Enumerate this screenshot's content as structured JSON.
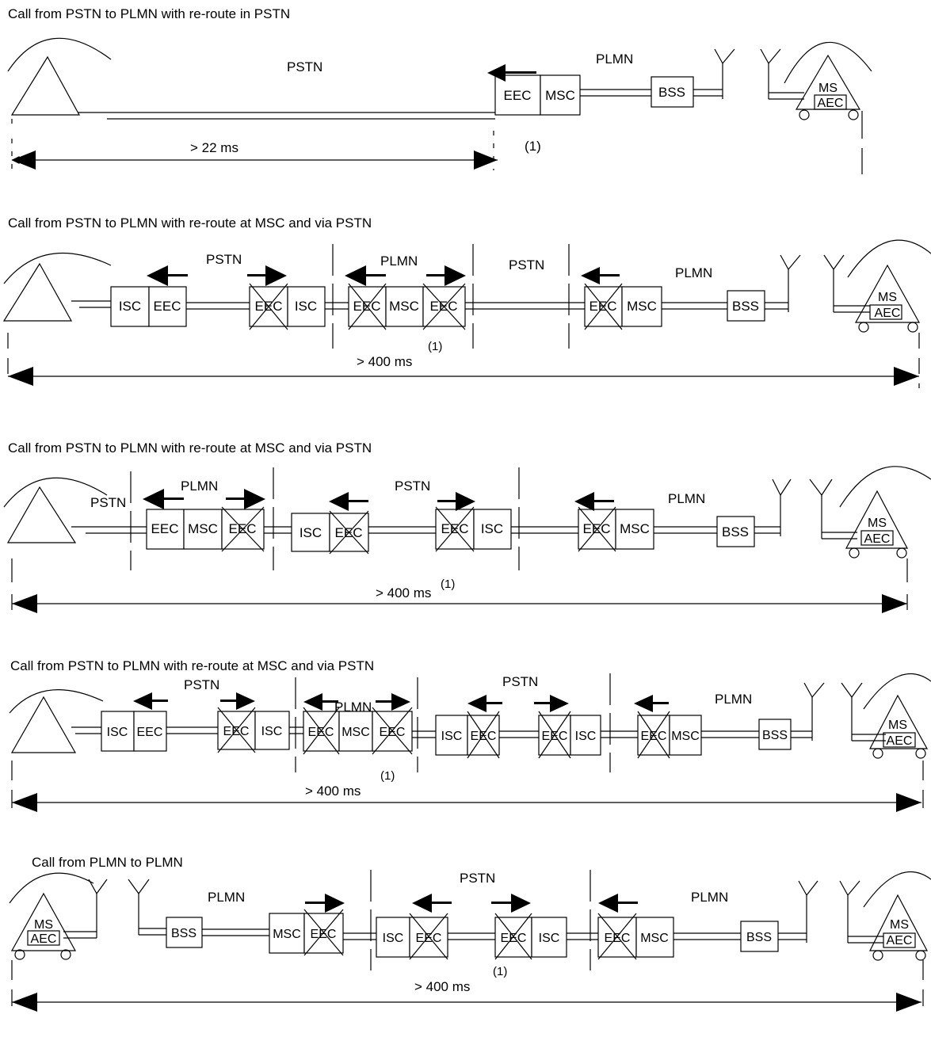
{
  "scenarios": [
    {
      "title": "Call from PSTN to PLMN with re-route in PSTN",
      "net_labels": [
        "PSTN",
        "PLMN"
      ],
      "boxes": [
        "EEC",
        "MSC",
        "BSS"
      ],
      "ms_label": "MS",
      "aec_label": "AEC",
      "delay": "> 22 ms",
      "note": "(1)"
    },
    {
      "title": "Call from PSTN to PLMN with re-route at MSC and via PSTN",
      "net_labels": [
        "PSTN",
        "PLMN",
        "PSTN",
        "PLMN"
      ],
      "boxes": [
        "ISC",
        "EEC",
        "EEC",
        "ISC",
        "EEC",
        "MSC",
        "EEC",
        "EEC",
        "MSC",
        "BSS"
      ],
      "ms_label": "MS",
      "aec_label": "AEC",
      "delay": "> 400 ms",
      "note": "(1)"
    },
    {
      "title": "Call from PSTN to PLMN with re-route at MSC and via PSTN",
      "net_labels": [
        "PSTN",
        "PLMN",
        "PSTN",
        "PLMN"
      ],
      "boxes": [
        "EEC",
        "MSC",
        "EEC",
        "ISC",
        "EEC",
        "EEC",
        "ISC",
        "EEC",
        "MSC",
        "BSS"
      ],
      "ms_label": "MS",
      "aec_label": "AEC",
      "delay": "> 400 ms",
      "note": "(1)"
    },
    {
      "title": "Call from PSTN to PLMN with re-route at MSC and via PSTN",
      "net_labels": [
        "PSTN",
        "PLMN",
        "PSTN",
        "PLMN"
      ],
      "boxes": [
        "ISC",
        "EEC",
        "EEC",
        "ISC",
        "EEC",
        "MSC",
        "EEC",
        "ISC",
        "EEC",
        "EEC",
        "ISC",
        "EEC",
        "MSC",
        "BSS"
      ],
      "ms_label": "MS",
      "aec_label": "AEC",
      "delay": "> 400 ms",
      "note": "(1)"
    },
    {
      "title": "Call from PLMN to PLMN",
      "net_labels": [
        "PLMN",
        "PSTN",
        "PLMN"
      ],
      "boxes": [
        "BSS",
        "MSC",
        "EEC",
        "ISC",
        "EEC",
        "EEC",
        "ISC",
        "EEC",
        "MSC",
        "BSS"
      ],
      "ms_label": "MS",
      "aec_label": "AEC",
      "delay": "> 400 ms",
      "note": "(1)"
    }
  ]
}
